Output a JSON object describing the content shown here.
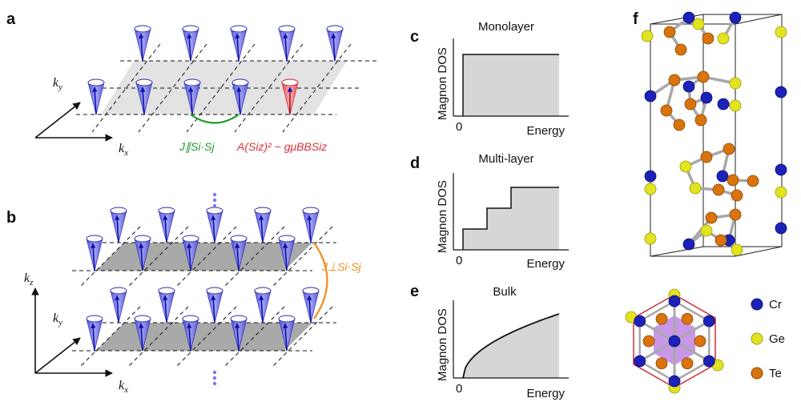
{
  "panel_labels": {
    "a": "a",
    "b": "b",
    "c": "c",
    "d": "d",
    "e": "e",
    "f": "f"
  },
  "panel_a": {
    "kx": "k",
    "kx_sub": "x",
    "ky": "k",
    "ky_sub": "y",
    "exchange_label": "J∥Si·Sj",
    "anisotropy_label": "A(Siz)² − gμBBSiz",
    "colors": {
      "exchange": "#1e9a2a",
      "anisotropy": "#e0303a",
      "spin": "#3a3ad8",
      "plane": "#d9d9d9"
    }
  },
  "panel_b": {
    "kx": "k",
    "kx_sub": "x",
    "ky": "k",
    "ky_sub": "y",
    "kz": "k",
    "kz_sub": "z",
    "interlayer_label": "J⊥Si·Sj",
    "colors": {
      "interlayer": "#f08c1e",
      "plane": "#a6a6a6"
    }
  },
  "panel_c": {
    "title": "Monolayer",
    "ylabel": "Magnon DOS",
    "xlabel": "Energy",
    "origin": "0"
  },
  "panel_d": {
    "title": "Multi-layer",
    "ylabel": "Magnon DOS",
    "xlabel": "Energy",
    "origin": "0"
  },
  "panel_e": {
    "title": "Bulk",
    "ylabel": "Magnon DOS",
    "xlabel": "Energy",
    "origin": "0"
  },
  "panel_f": {
    "legend": [
      {
        "label": "Cr",
        "color": "#1c22b8"
      },
      {
        "label": "Ge",
        "color": "#e3e320"
      },
      {
        "label": "Te",
        "color": "#d9730d"
      }
    ]
  },
  "chart_data": [
    {
      "type": "area",
      "title": "Monolayer",
      "xlabel": "Energy",
      "ylabel": "Magnon DOS",
      "shape": "step",
      "steps": [
        1
      ]
    },
    {
      "type": "area",
      "title": "Multi-layer",
      "xlabel": "Energy",
      "ylabel": "Magnon DOS",
      "shape": "step",
      "steps": [
        1,
        2,
        3
      ]
    },
    {
      "type": "area",
      "title": "Bulk",
      "xlabel": "Energy",
      "ylabel": "Magnon DOS",
      "shape": "sqrt"
    }
  ]
}
